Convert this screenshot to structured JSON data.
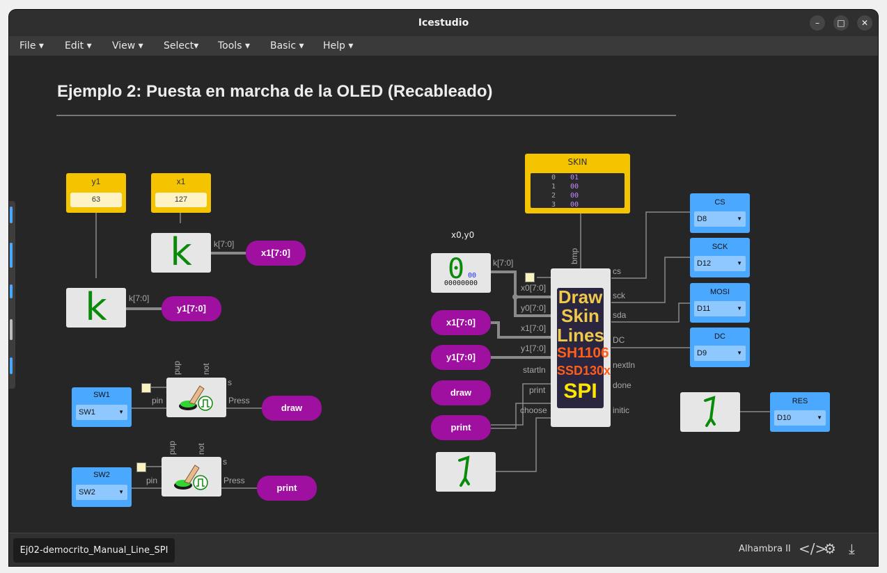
{
  "window": {
    "title": "Icestudio"
  },
  "menu": [
    "File",
    "Edit",
    "View",
    "Select",
    "Tools",
    "Basic",
    "Help"
  ],
  "heading": "Ejemplo 2: Puesta en marcha de la OLED (Recableado)",
  "constants": {
    "y1": {
      "name": "y1",
      "value": "63"
    },
    "x1": {
      "name": "x1",
      "value": "127"
    }
  },
  "k_glyph": "k",
  "labels": {
    "x1_out": "x1[7:0]",
    "y1_out": "y1[7:0]",
    "draw_out": "draw",
    "print_out": "print",
    "x1_in": "x1[7:0]",
    "y1_in": "y1[7:0]",
    "draw_in": "draw",
    "print_in": "print"
  },
  "wire_labels": {
    "k1": "k[7:0]",
    "k2": "k[7:0]",
    "k3": "k[7:0]",
    "pin1": "pin",
    "pin2": "pin",
    "press1": "Press",
    "press2": "Press",
    "pup1": "pup",
    "not1": "not",
    "s1": "s",
    "pup2": "pup",
    "not2": "not",
    "s2": "s",
    "bmp": "bmp"
  },
  "inputs": {
    "sw1": {
      "name": "SW1",
      "value": "SW1"
    },
    "sw2": {
      "name": "SW2",
      "value": "SW2"
    }
  },
  "outputs": {
    "cs": {
      "name": "CS",
      "value": "D8"
    },
    "sck": {
      "name": "SCK",
      "value": "D12"
    },
    "mosi": {
      "name": "MOSI",
      "value": "D11"
    },
    "dc": {
      "name": "DC",
      "value": "D9"
    },
    "res": {
      "name": "RES",
      "value": "D10"
    }
  },
  "zero_block": {
    "title": "x0,y0",
    "digit": "0",
    "hex": "00",
    "bin": "00000000"
  },
  "skin": {
    "name": "SKIN",
    "rows": [
      {
        "addr": "0",
        "val": "01"
      },
      {
        "addr": "1",
        "val": "00"
      },
      {
        "addr": "2",
        "val": "00"
      },
      {
        "addr": "3",
        "val": "00"
      }
    ]
  },
  "main_block": {
    "lines": [
      "Draw",
      "Skin",
      "Lines",
      "SH1106",
      "SSD130x",
      "SPI"
    ],
    "inputs": [
      "x0[7:0]",
      "y0[7:0]",
      "x1[7:0]",
      "y1[7:0]",
      "startln",
      "print",
      "choose"
    ],
    "outputs": [
      "cs",
      "sck",
      "sda",
      "DC",
      "nextln",
      "done",
      "initic"
    ]
  },
  "bottom": {
    "file_tab": "Ej02-democrito_Manual_Line_SPI",
    "board": "Alhambra II"
  },
  "colors": {
    "constant": "#f5c400",
    "label": "#a010a0",
    "pin": "#4aa8ff",
    "canvas": "#262626",
    "k_green": "#0a8a0a"
  }
}
